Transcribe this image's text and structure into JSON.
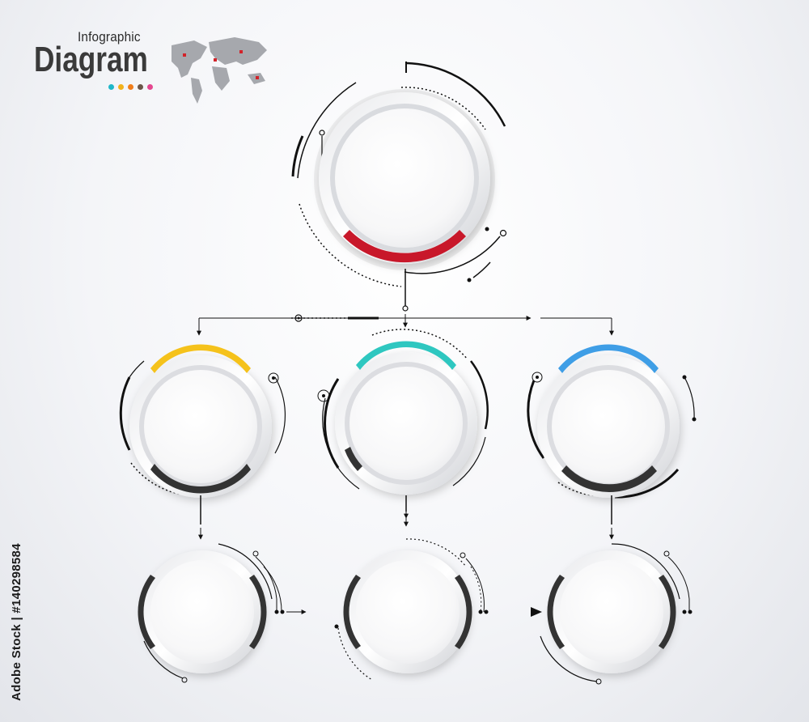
{
  "header": {
    "title_small": "Infographic",
    "title_big": "Diagram",
    "dot_colors": [
      "#1fb7c9",
      "#f2b21b",
      "#f07d1a",
      "#6b5648",
      "#e5478f"
    ]
  },
  "stock_id": "Adobe Stock | #140298584",
  "colors": {
    "root_accent": "#c8182a",
    "node_left_accent": "#f5c21b",
    "node_center_accent": "#2ec7c0",
    "node_right_accent": "#3f9ee6",
    "dark_arc": "#333333",
    "line": "#111111"
  },
  "icons": [
    "world-map-icon",
    "arrow-right-icon",
    "arrow-down-icon",
    "play-icon"
  ]
}
